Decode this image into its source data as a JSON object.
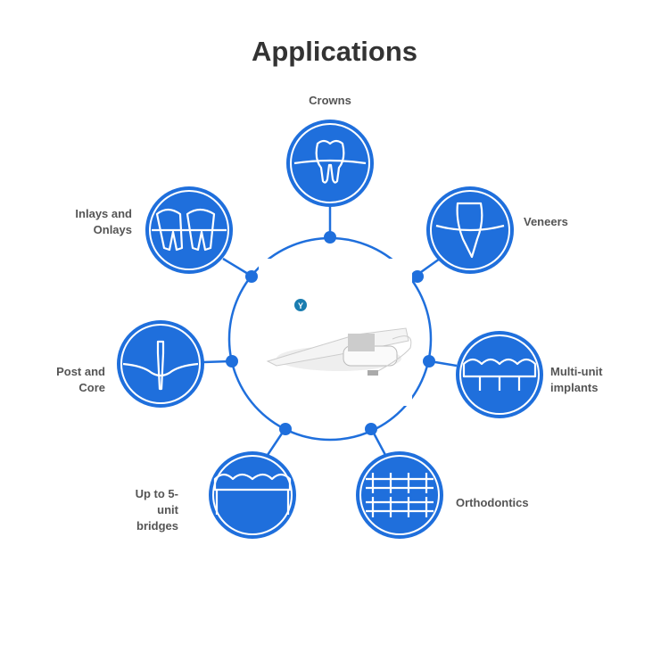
{
  "title": "Applications",
  "accent": "#1f6fdc",
  "applications": [
    {
      "label": "Crowns",
      "icon": "crown-tooth-icon"
    },
    {
      "label": "Veneers",
      "icon": "veneer-tooth-icon"
    },
    {
      "label": "Multi-unit implants",
      "icon": "multi-unit-implant-icon"
    },
    {
      "label": "Orthodontics",
      "icon": "braces-icon"
    },
    {
      "label": "Up to 5-unit bridges",
      "icon": "bridge-icon"
    },
    {
      "label": "Post and Core",
      "icon": "post-core-icon"
    },
    {
      "label": "Inlays and Onlays",
      "icon": "inlay-onlay-icon"
    }
  ],
  "center_image": "intraoral-scanner-photo"
}
